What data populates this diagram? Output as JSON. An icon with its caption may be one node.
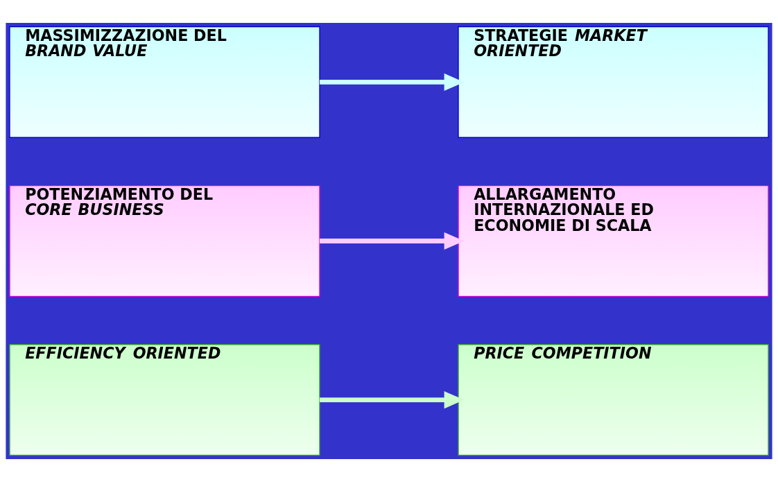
{
  "diagram": {
    "nodes": [
      {
        "text": [
          "MASSIMIZZAZIONE DEL *BRAND VALUE*"
        ]
      },
      {
        "text": [
          "STRATEGIE *MARKET ORIENTED*"
        ]
      },
      {
        "text": [
          "POTENZIAMENTO DEL *CORE BUSINESS*"
        ]
      },
      {
        "text": [
          "ALLARGAMENTO INTERNAZIONALE ED ECONOMIE DI SCALA"
        ]
      },
      {
        "text": [
          "*EFFICIENCY ORIENTED*"
        ]
      },
      {
        "text": [
          "*PRICE COMPETITION*"
        ]
      }
    ],
    "edges": [
      {
        "from": 0,
        "to": 1,
        "arrow": "to",
        "color": "#ccffff"
      },
      {
        "from": 2,
        "to": 3,
        "arrow": "to",
        "color": "#ffccff"
      },
      {
        "from": 4,
        "to": 5,
        "arrow": "to",
        "color": "#ccffcc"
      }
    ]
  }
}
